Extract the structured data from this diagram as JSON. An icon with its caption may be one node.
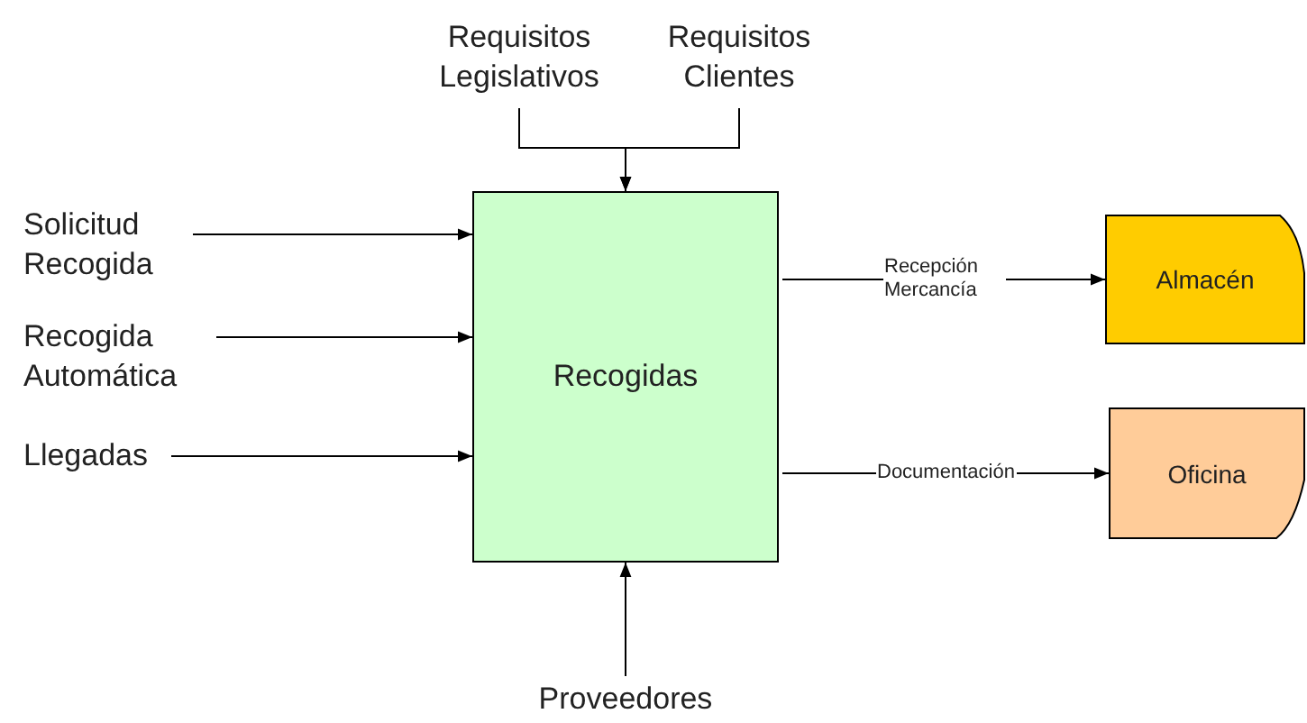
{
  "diagram": {
    "nodes": [
      {
        "text": [
          "Solicitud Recogida"
        ]
      },
      {
        "text": [
          "Recogida Automática"
        ]
      },
      {
        "text": [
          "Llegadas"
        ]
      },
      {
        "text": [
          "Requisitos Legislativos"
        ]
      },
      {
        "text": [
          "Requisitos Clientes"
        ]
      },
      {
        "text": [
          "Recogidas"
        ]
      },
      {
        "text": [
          "Almacén"
        ]
      },
      {
        "text": [
          "Oficina"
        ]
      },
      {
        "text": [
          "Proveedores"
        ]
      }
    ],
    "edges": [
      {
        "from": 0,
        "to": 5,
        "arrow": "to"
      },
      {
        "from": 1,
        "to": 5,
        "arrow": "to"
      },
      {
        "from": 2,
        "to": 5,
        "arrow": "to"
      },
      {
        "from": 3,
        "to": 5,
        "arrow": "to"
      },
      {
        "from": 4,
        "to": 5,
        "arrow": "to"
      },
      {
        "from": 8,
        "to": 5,
        "arrow": "to"
      },
      {
        "from": 5,
        "to": 6,
        "arrow": "to",
        "label": "Recepción Mercancía"
      },
      {
        "from": 5,
        "to": 7,
        "arrow": "to",
        "label": "Documentación"
      }
    ]
  }
}
